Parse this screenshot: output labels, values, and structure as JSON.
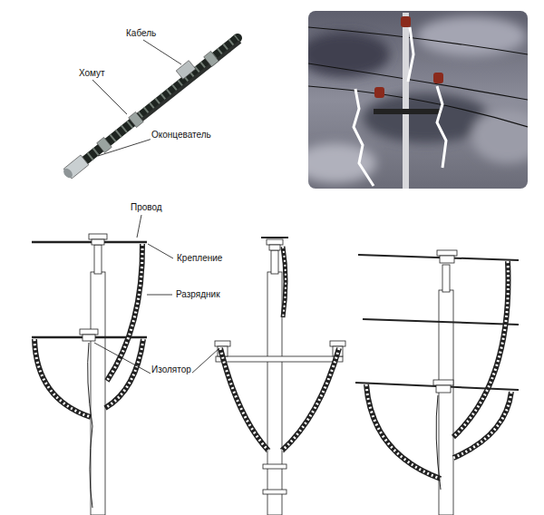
{
  "diagram": {
    "labels": [
      "Кабель",
      "Хомут",
      "Оконцеватель",
      "Провод",
      "Крепление",
      "Разрядник",
      "Изолятор"
    ]
  }
}
